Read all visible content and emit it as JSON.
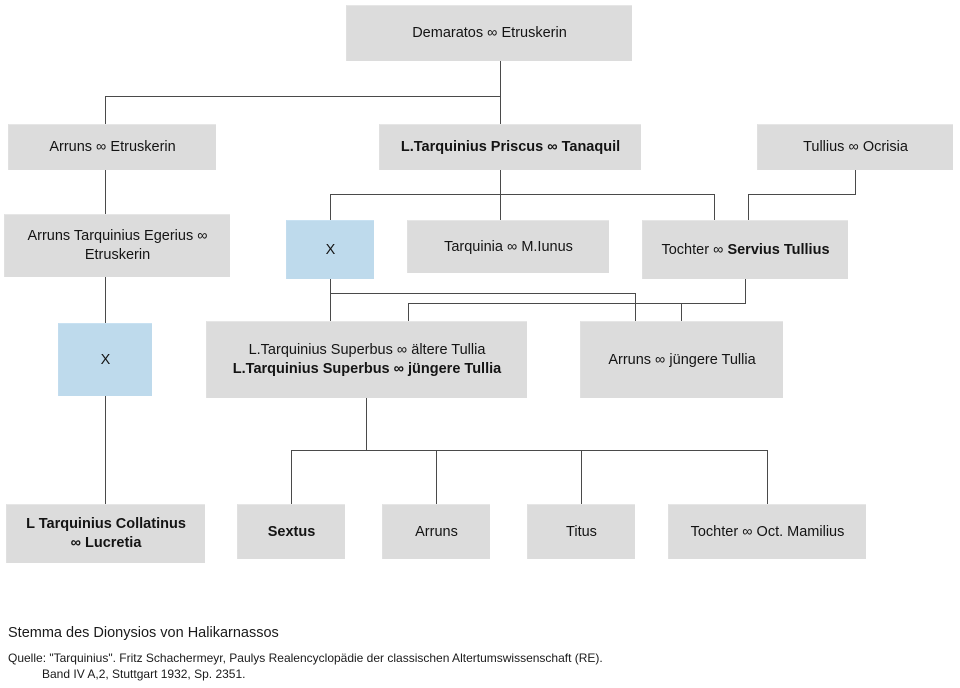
{
  "diagram": {
    "title_caption": "Stemma des Dionysios von Halikarnassos",
    "source_line1": "Quelle: \"Tarquinius\". Fritz Schachermeyr, Paulys Realencyclopädie der classischen Altertumswissenschaft (RE).",
    "source_line2": "Band IV A,2, Stuttgart 1932, Sp. 2351.",
    "colors": {
      "box_gray": "#dcdcdc",
      "box_blue": "#bedaec",
      "connector": "#4a4a4a",
      "background": "#ffffff",
      "text": "#141414"
    },
    "marriage_symbol": "∞",
    "nodes": [
      {
        "id": "demaratos",
        "lines": [
          {
            "text": "Demaratos ∞ Etruskerin",
            "bold": false
          }
        ],
        "color": "gray"
      },
      {
        "id": "arruns-etruskerin",
        "lines": [
          {
            "text": "Arruns ∞ Etruskerin",
            "bold": false
          }
        ],
        "color": "gray"
      },
      {
        "id": "priscus-tanaquil",
        "lines": [
          {
            "text": "L.Tarquinius Priscus ∞ Tanaquil",
            "bold": true
          }
        ],
        "color": "gray"
      },
      {
        "id": "tullius-ocrisia",
        "lines": [
          {
            "text": "Tullius ∞ Ocrisia",
            "bold": false
          }
        ],
        "color": "gray"
      },
      {
        "id": "egerius",
        "lines": [
          {
            "text": "Arruns Tarquinius Egerius ∞",
            "bold": false
          },
          {
            "text": "Etruskerin",
            "bold": false
          }
        ],
        "color": "gray"
      },
      {
        "id": "x-priscus-child",
        "lines": [
          {
            "text": "X",
            "bold": false
          }
        ],
        "color": "blue"
      },
      {
        "id": "tarquinia-iunus",
        "lines": [
          {
            "text": "Tarquinia ∞ M.Iunus",
            "bold": false
          }
        ],
        "color": "gray"
      },
      {
        "id": "tochter-servius",
        "lines": [
          {
            "prefix": "Tochter ∞ ",
            "bold_part": "Servius Tullius"
          }
        ],
        "color": "gray"
      },
      {
        "id": "x-egerius-child",
        "lines": [
          {
            "text": "X",
            "bold": false
          }
        ],
        "color": "blue"
      },
      {
        "id": "superbus-tullia",
        "lines": [
          {
            "text": "L.Tarquinius Superbus ∞ ältere Tullia",
            "bold": false
          },
          {
            "text": "L.Tarquinius Superbus ∞ jüngere Tullia",
            "bold": true
          }
        ],
        "color": "gray"
      },
      {
        "id": "arruns-juengere-tullia",
        "lines": [
          {
            "text": "Arruns ∞ jüngere Tullia",
            "bold": false
          }
        ],
        "color": "gray"
      },
      {
        "id": "collatinus-lucretia",
        "lines": [
          {
            "text": "L Tarquinius Collatinus",
            "bold": true
          },
          {
            "text": "∞ Lucretia",
            "bold": true
          }
        ],
        "color": "gray"
      },
      {
        "id": "sextus",
        "lines": [
          {
            "text": "Sextus",
            "bold": true
          }
        ],
        "color": "gray"
      },
      {
        "id": "arruns-son",
        "lines": [
          {
            "text": "Arruns",
            "bold": false
          }
        ],
        "color": "gray"
      },
      {
        "id": "titus",
        "lines": [
          {
            "text": "Titus",
            "bold": false
          }
        ],
        "color": "gray"
      },
      {
        "id": "tochter-mamilius",
        "lines": [
          {
            "text": "Tochter ∞ Oct. Mamilius",
            "bold": false
          }
        ],
        "color": "gray"
      }
    ]
  }
}
